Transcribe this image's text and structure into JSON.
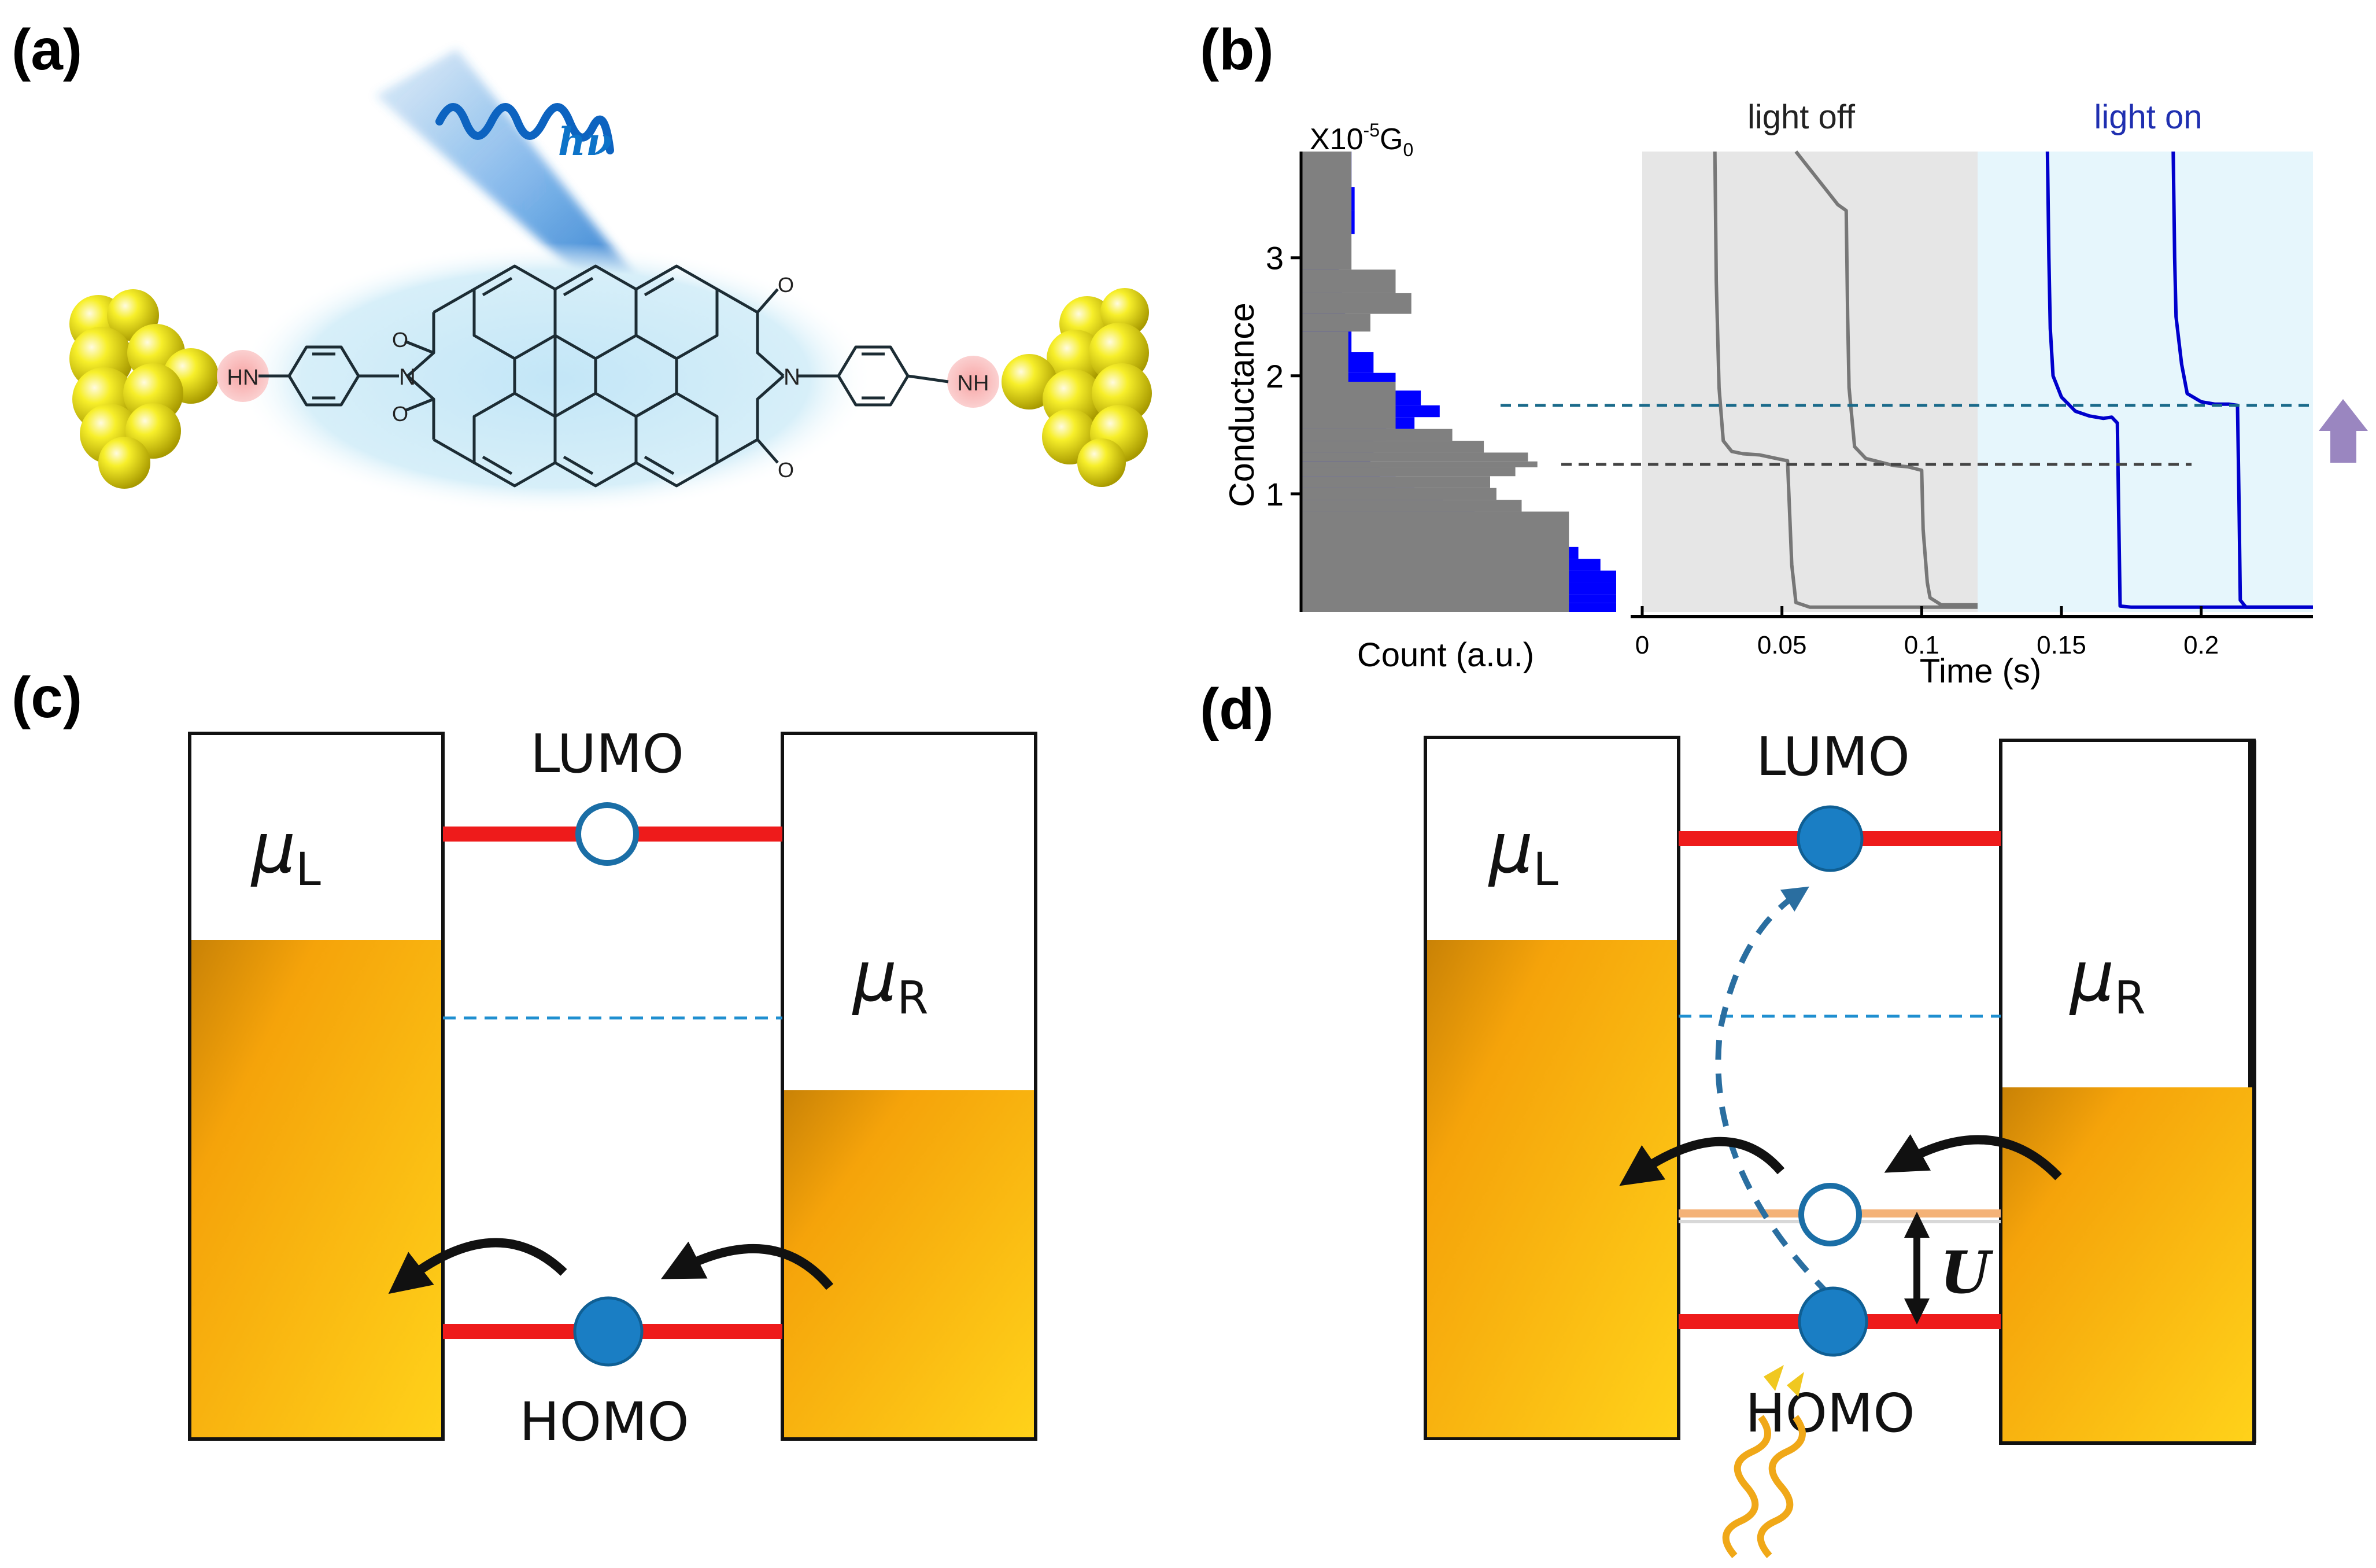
{
  "panels": {
    "a": {
      "label": "(a)",
      "light_label": "hν",
      "left_anchor": "HN",
      "right_anchor": "NH",
      "imide_n": "N",
      "carbonyl_o": "O"
    },
    "b": {
      "label": "(b)",
      "hist_unit": "X10",
      "hist_unit_exp": "-5",
      "hist_unit_g": "G",
      "hist_unit_sub": "0",
      "ylabel": "Conductance",
      "hist_xlabel": "Count (a.u.)",
      "time_xlabel": "Time (s)",
      "light_off_label": "light off",
      "light_on_label": "light on"
    },
    "c": {
      "label": "(c)",
      "mu": "μ",
      "sub_L": "L",
      "sub_R": "R",
      "lumo": "LUMO",
      "homo": "HOMO"
    },
    "d": {
      "label": "(d)",
      "mu": "μ",
      "sub_L": "L",
      "sub_R": "R",
      "lumo": "LUMO",
      "homo": "HOMO",
      "u_label": "U"
    }
  },
  "colors": {
    "electrode": "#f2a80c",
    "level": "#ee1b1b",
    "orbital": "#1a7ec4",
    "hist_light_on": "#0000ff",
    "hist_light_off": "#808080",
    "trace_off": "#777777",
    "trace_on": "#0000cc",
    "bg_off": "#e6e6e6",
    "bg_on": "#e6f6fc",
    "gold": "#f6ee2a",
    "arrow_up": "#9a86c0"
  },
  "chart_data": {
    "type": "line",
    "yticks": [
      "1",
      "2",
      "3"
    ],
    "ytick_values": [
      1,
      2,
      3
    ],
    "ylim": [
      0,
      3.9
    ],
    "xticks": [
      "0",
      "0.05",
      "0.1",
      "0.15",
      "0.2"
    ],
    "xtick_values": [
      0,
      0.05,
      0.1,
      0.15,
      0.2
    ],
    "xlim": [
      0,
      0.24
    ],
    "light_off_range": [
      0,
      0.12
    ],
    "light_on_range": [
      0.12,
      0.24
    ],
    "plateau_light_off": 1.25,
    "plateau_light_on": 1.75,
    "traces_light_off": [
      {
        "x": [
          0.026,
          0.0265,
          0.0275,
          0.029,
          0.032,
          0.036,
          0.042,
          0.048,
          0.052,
          0.0535,
          0.055,
          0.06,
          0.07,
          0.08,
          0.09,
          0.1,
          0.11,
          0.12
        ],
        "y": [
          3.9,
          2.8,
          1.9,
          1.45,
          1.36,
          1.34,
          1.33,
          1.3,
          1.28,
          0.4,
          0.08,
          0.04,
          0.04,
          0.04,
          0.04,
          0.04,
          0.04,
          0.04
        ]
      },
      {
        "x": [
          0.055,
          0.06,
          0.065,
          0.07,
          0.073,
          0.0735,
          0.074,
          0.076,
          0.08,
          0.085,
          0.09,
          0.095,
          0.1,
          0.1005,
          0.102,
          0.103,
          0.107,
          0.12
        ],
        "y": [
          3.9,
          3.75,
          3.6,
          3.45,
          3.4,
          2.5,
          1.9,
          1.4,
          1.3,
          1.27,
          1.24,
          1.23,
          1.2,
          0.7,
          0.25,
          0.12,
          0.06,
          0.06
        ]
      }
    ],
    "traces_light_on": [
      {
        "x": [
          0.145,
          0.1455,
          0.146,
          0.147,
          0.15,
          0.155,
          0.16,
          0.165,
          0.168,
          0.17,
          0.1705,
          0.171,
          0.175,
          0.19,
          0.24
        ],
        "y": [
          3.9,
          3.0,
          2.4,
          2.0,
          1.82,
          1.7,
          1.66,
          1.64,
          1.65,
          1.6,
          0.8,
          0.05,
          0.04,
          0.04,
          0.04
        ]
      },
      {
        "x": [
          0.19,
          0.1905,
          0.191,
          0.193,
          0.195,
          0.2,
          0.205,
          0.21,
          0.213,
          0.2135,
          0.214,
          0.216,
          0.24
        ],
        "y": [
          3.9,
          3.0,
          2.5,
          2.1,
          1.85,
          1.78,
          1.76,
          1.76,
          1.75,
          1.0,
          0.1,
          0.04,
          0.04
        ]
      }
    ],
    "histogram_light_on": {
      "conductance": [
        3.85,
        3.7,
        3.5,
        3.3,
        3.1,
        2.9,
        2.7,
        2.5,
        2.3,
        2.1,
        1.95,
        1.8,
        1.7,
        1.6,
        1.5,
        1.4,
        1.3,
        1.2,
        1.1,
        1.0,
        0.9,
        0.8,
        0.7,
        0.6,
        0.5,
        0.4,
        0.3,
        0.2,
        0.1,
        0.05
      ],
      "counts": [
        0.16,
        0.16,
        0.17,
        0.17,
        0.13,
        0.12,
        0.13,
        0.14,
        0.16,
        0.23,
        0.3,
        0.38,
        0.44,
        0.36,
        0.27,
        0.23,
        0.22,
        0.25,
        0.3,
        0.36,
        0.45,
        0.55,
        0.66,
        0.78,
        0.88,
        0.95,
        1.0,
        1.0,
        1.0,
        1.0
      ]
    },
    "histogram_light_off": {
      "conductance": [
        3.0,
        2.8,
        2.6,
        2.45,
        2.3,
        1.6,
        1.5,
        1.4,
        1.3,
        1.25,
        1.2,
        1.1,
        1.0,
        0.9,
        0.8
      ],
      "counts": [
        0.16,
        0.3,
        0.35,
        0.22,
        0.15,
        0.3,
        0.48,
        0.58,
        0.72,
        0.75,
        0.68,
        0.6,
        0.62,
        0.7,
        0.85
      ]
    }
  }
}
